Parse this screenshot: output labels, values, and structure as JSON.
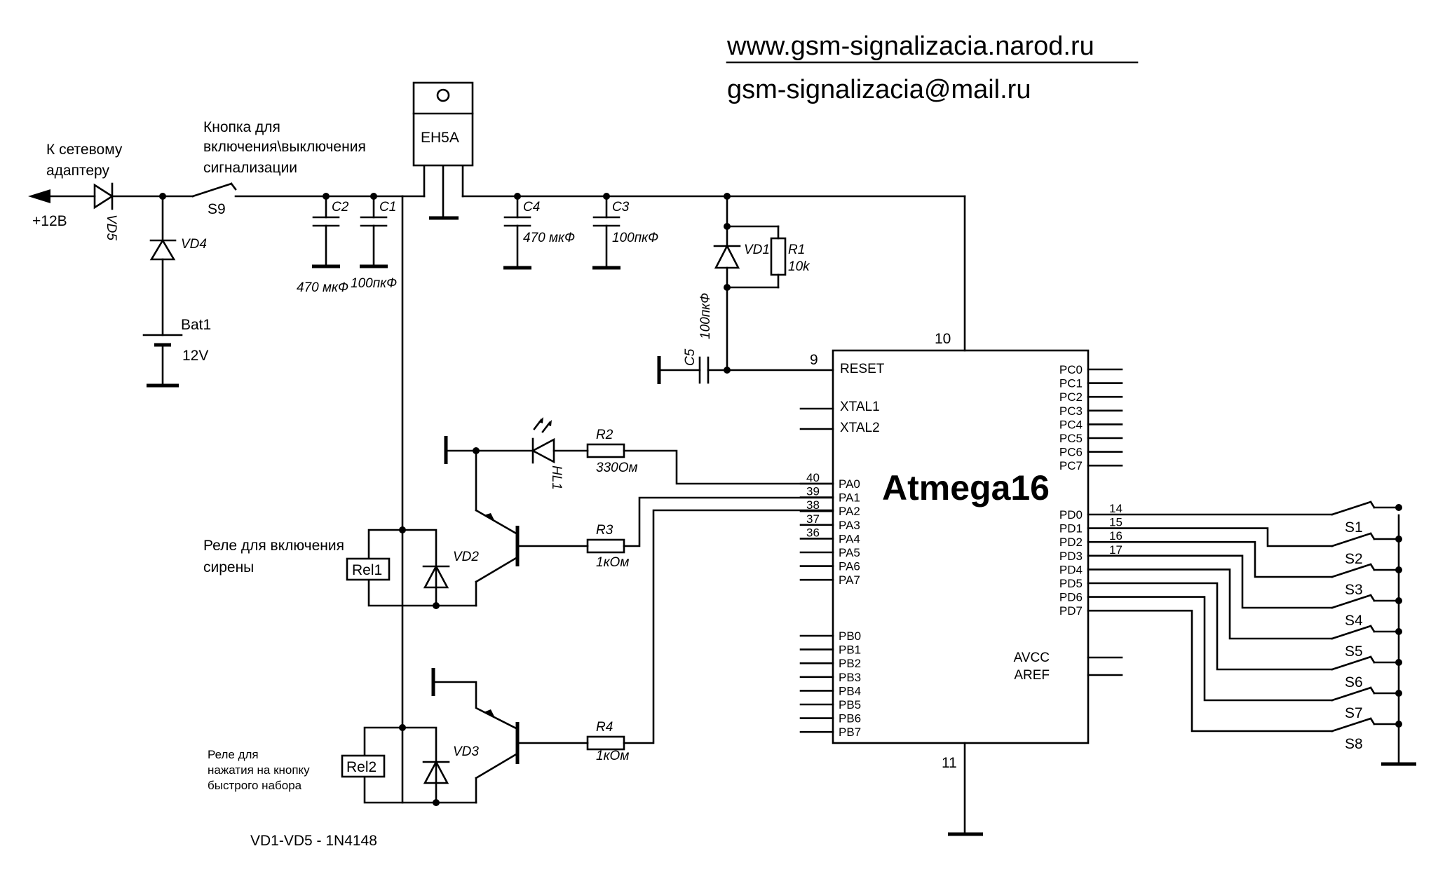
{
  "header": {
    "website": "www.gsm-signalizacia.narod.ru",
    "email": "gsm-signalizacia@mail.ru"
  },
  "power": {
    "adapter_label_line1": "К сетевому",
    "adapter_label_line2": "адаптеру",
    "voltage": "+12В",
    "switch_label_line1": "Кнопка для",
    "switch_label_line2": "включения\\выключения",
    "switch_label_line3": "сигнализации",
    "switch_ref": "S9",
    "battery_ref": "Bat1",
    "battery_voltage": "12V",
    "regulator": "EH5A"
  },
  "components": {
    "vd5": "VD5",
    "vd4": "VD4",
    "vd1": "VD1",
    "vd2": "VD2",
    "vd3": "VD3",
    "hl1": "HL1",
    "c1": "C1",
    "c1_value": "100пкФ",
    "c2": "C2",
    "c2_value": "470 мкФ",
    "c3": "C3",
    "c3_value": "100пкФ",
    "c4": "C4",
    "c4_value": "470 мкФ",
    "c5": "C5",
    "c5_value": "100пкФ",
    "r1": "R1",
    "r1_value": "10k",
    "r2": "R2",
    "r2_value": "330Ом",
    "r3": "R3",
    "r3_value": "1кОм",
    "r4": "R4",
    "r4_value": "1кОм",
    "rel1": "Rel1",
    "rel2": "Rel2",
    "rel1_label_line1": "Реле для включения",
    "rel1_label_line2": "сирены",
    "rel2_label_line1": "Реле для",
    "rel2_label_line2": "нажатия на кнопку",
    "rel2_label_line3": "быстрого набора",
    "note": "VD1-VD5 - 1N4148"
  },
  "mcu": {
    "name": "Atmega16",
    "pin_vcc": "10",
    "pin_gnd": "11",
    "pin_reset_num": "9",
    "reset": "RESET",
    "xtal1": "XTAL1",
    "xtal2": "XTAL2",
    "pa_names": [
      "PA0",
      "PA1",
      "PA2",
      "PA3",
      "PA4",
      "PA5",
      "PA6",
      "PA7"
    ],
    "pa_nums": [
      "40",
      "39",
      "38",
      "37",
      "36"
    ],
    "pb_names": [
      "PB0",
      "PB1",
      "PB2",
      "PB3",
      "PB4",
      "PB5",
      "PB6",
      "PB7"
    ],
    "pc_names": [
      "PC0",
      "PC1",
      "PC2",
      "PC3",
      "PC4",
      "PC5",
      "PC6",
      "PC7"
    ],
    "pd_names": [
      "PD0",
      "PD1",
      "PD2",
      "PD3",
      "PD4",
      "PD5",
      "PD6",
      "PD7"
    ],
    "pd_nums": [
      "14",
      "15",
      "16",
      "17"
    ],
    "avcc": "AVCC",
    "aref": "AREF"
  },
  "switches": [
    "S1",
    "S2",
    "S3",
    "S4",
    "S5",
    "S6",
    "S7",
    "S8"
  ]
}
